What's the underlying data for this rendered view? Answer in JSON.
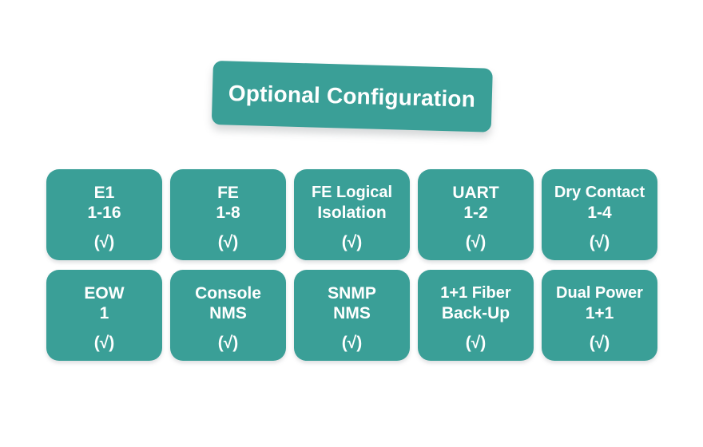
{
  "page": {
    "background_color": "#ffffff",
    "accent_color": "#3a9f97",
    "text_color": "#ffffff"
  },
  "banner": {
    "title": "Optional Configuration"
  },
  "cards": [
    {
      "title": "E1",
      "spec": "1-16",
      "check": "(√)"
    },
    {
      "title": "FE",
      "spec": "1-8",
      "check": "(√)"
    },
    {
      "title": "FE Logical",
      "spec": "Isolation",
      "check": "(√)"
    },
    {
      "title": "UART",
      "spec": "1-2",
      "check": "(√)"
    },
    {
      "title": "Dry Contact",
      "spec": "1-4",
      "check": "(√)"
    },
    {
      "title": "EOW",
      "spec": "1",
      "check": "(√)"
    },
    {
      "title": "Console",
      "spec": "NMS",
      "check": "(√)"
    },
    {
      "title": "SNMP",
      "spec": "NMS",
      "check": "(√)"
    },
    {
      "title": "1+1 Fiber",
      "spec": "Back-Up",
      "check": "(√)"
    },
    {
      "title": "Dual Power",
      "spec": "1+1",
      "check": "(√)"
    }
  ]
}
